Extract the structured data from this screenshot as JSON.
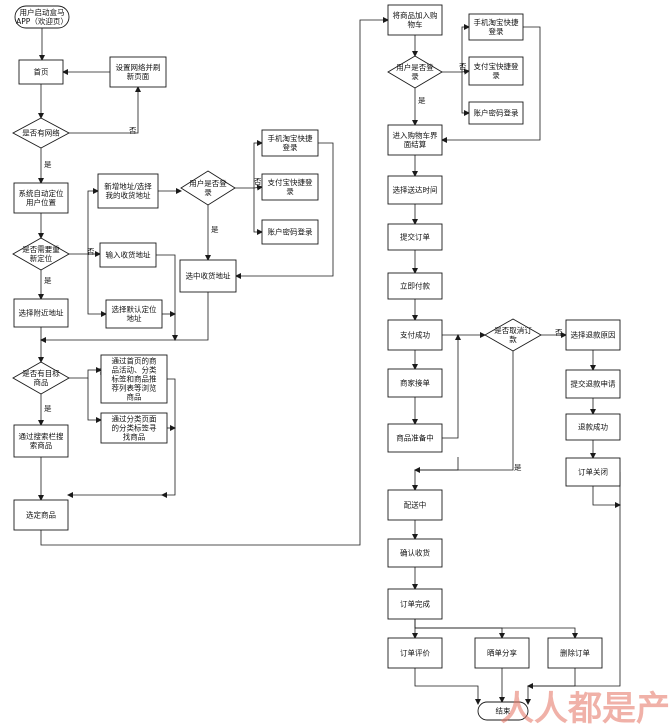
{
  "diagram": {
    "nodes": {
      "start": {
        "lines": [
          "用户启动盒马",
          "APP（欢迎页）"
        ]
      },
      "home": {
        "lines": [
          "首页"
        ]
      },
      "set_network": {
        "lines": [
          "设置网络并刷",
          "新页面"
        ]
      },
      "has_network": {
        "lines": [
          "是否有网络"
        ]
      },
      "auto_locate": {
        "lines": [
          "系统自动定位",
          "用户位置"
        ]
      },
      "need_relocate": {
        "lines": [
          "是否需要重",
          "新定位"
        ]
      },
      "choose_nearby": {
        "lines": [
          "选择附近地址"
        ]
      },
      "add_address": {
        "lines": [
          "新增地址/选择",
          "我的收货地址"
        ]
      },
      "input_address": {
        "lines": [
          "输入收货地址"
        ]
      },
      "choose_default": {
        "lines": [
          "选择默认定位",
          "地址"
        ]
      },
      "login_q1": {
        "lines": [
          "用户是否登",
          "录"
        ]
      },
      "tb_login1": {
        "lines": [
          "手机淘宝快捷",
          "登录"
        ]
      },
      "alipay_login1": {
        "lines": [
          "支付宝快捷登",
          "录"
        ]
      },
      "pwd_login1": {
        "lines": [
          "账户密码登录"
        ]
      },
      "select_addr": {
        "lines": [
          "选中收货地址"
        ]
      },
      "has_target": {
        "lines": [
          "是否有目标",
          "商品"
        ]
      },
      "browse_home": {
        "lines": [
          "通过首页的商",
          "品活动、分类",
          "标签和商品推",
          "荐列表等浏览",
          "商品"
        ]
      },
      "browse_cat": {
        "lines": [
          "通过分类页面",
          "的分类标签寻",
          "找商品"
        ]
      },
      "search": {
        "lines": [
          "通过搜索栏搜",
          "索商品"
        ]
      },
      "pick": {
        "lines": [
          "选定商品"
        ]
      },
      "add_cart": {
        "lines": [
          "将商品加入购",
          "物车"
        ]
      },
      "login_q2": {
        "lines": [
          "用户是否登",
          "录"
        ]
      },
      "tb_login2": {
        "lines": [
          "手机淘宝快捷",
          "登录"
        ]
      },
      "alipay_login2": {
        "lines": [
          "支付宝快捷登",
          "录"
        ]
      },
      "pwd_login2": {
        "lines": [
          "账户密码登录"
        ]
      },
      "cart_checkout": {
        "lines": [
          "进入购物车界",
          "面结算"
        ]
      },
      "choose_time": {
        "lines": [
          "选择送达时间"
        ]
      },
      "submit": {
        "lines": [
          "提交订单"
        ]
      },
      "pay": {
        "lines": [
          "立即付款"
        ]
      },
      "pay_ok": {
        "lines": [
          "支付成功"
        ]
      },
      "cancel_q": {
        "lines": [
          "是否取消订",
          "款"
        ]
      },
      "reason": {
        "lines": [
          "选择退款原因"
        ]
      },
      "refund_req": {
        "lines": [
          "提交退款申请"
        ]
      },
      "refund_ok": {
        "lines": [
          "退款成功"
        ]
      },
      "order_close": {
        "lines": [
          "订单关闭"
        ]
      },
      "merchant": {
        "lines": [
          "商家接单"
        ]
      },
      "preparing": {
        "lines": [
          "商品准备中"
        ]
      },
      "delivering": {
        "lines": [
          "配送中"
        ]
      },
      "confirm": {
        "lines": [
          "确认收货"
        ]
      },
      "done": {
        "lines": [
          "订单完成"
        ]
      },
      "review": {
        "lines": [
          "订单评价"
        ]
      },
      "share": {
        "lines": [
          "晒单分享"
        ]
      },
      "delete": {
        "lines": [
          "删除订单"
        ]
      },
      "end": {
        "lines": [
          "结束"
        ]
      }
    },
    "edge_labels": {
      "yes": "是",
      "no": "否"
    },
    "watermark": "人人都是产品经理",
    "colors": {
      "stroke": "#1a1a1a",
      "fill": "#ffffff",
      "text": "#111111",
      "watermark": "#e57362"
    }
  }
}
